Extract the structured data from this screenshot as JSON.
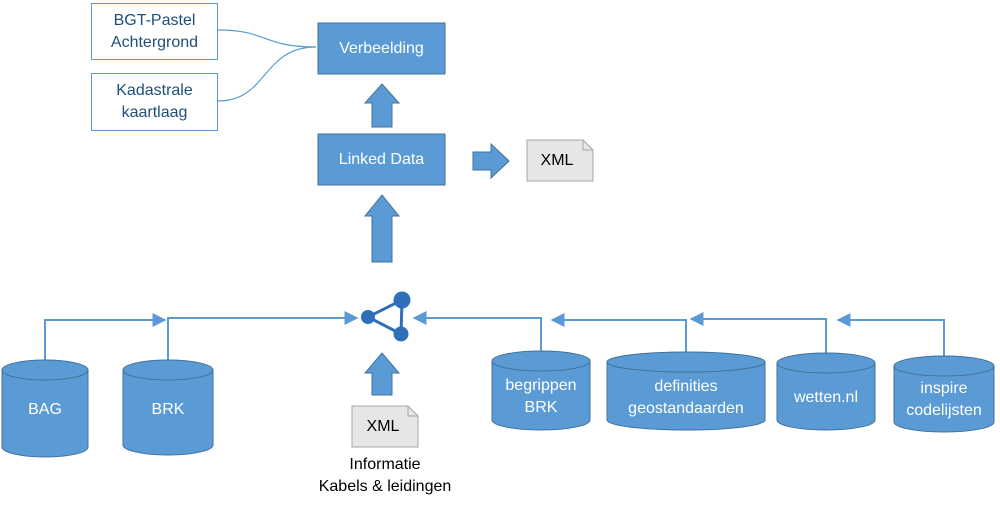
{
  "top_sources": {
    "bgt": [
      "BGT-Pastel",
      "Achtergrond"
    ],
    "kadastrale": [
      "Kadastrale",
      "kaartlaag"
    ]
  },
  "verbeelding": "Verbeelding",
  "linked_data": "Linked Data",
  "output_doc": "XML",
  "input_doc": "XML",
  "input_caption": [
    "Informatie",
    "Kabels & leidingen"
  ],
  "left_sources": {
    "bag": "BAG",
    "brk": "BRK"
  },
  "right_sources": {
    "begrippen": [
      "begrippen",
      "BRK"
    ],
    "definities": [
      "definities",
      "geostandaarden"
    ],
    "wetten": "wetten.nl",
    "inspire": [
      "inspire",
      "codelijsten"
    ]
  },
  "colors": {
    "box_fill": "#5b9bd5",
    "box_border": "#41719c",
    "doc_fill": "#e6e6e6",
    "hub_node": "#2e6fb7",
    "text_dark_blue": "#1f4e79"
  },
  "icons": {
    "hub": "linked-data-network-icon",
    "document": "document-icon"
  }
}
